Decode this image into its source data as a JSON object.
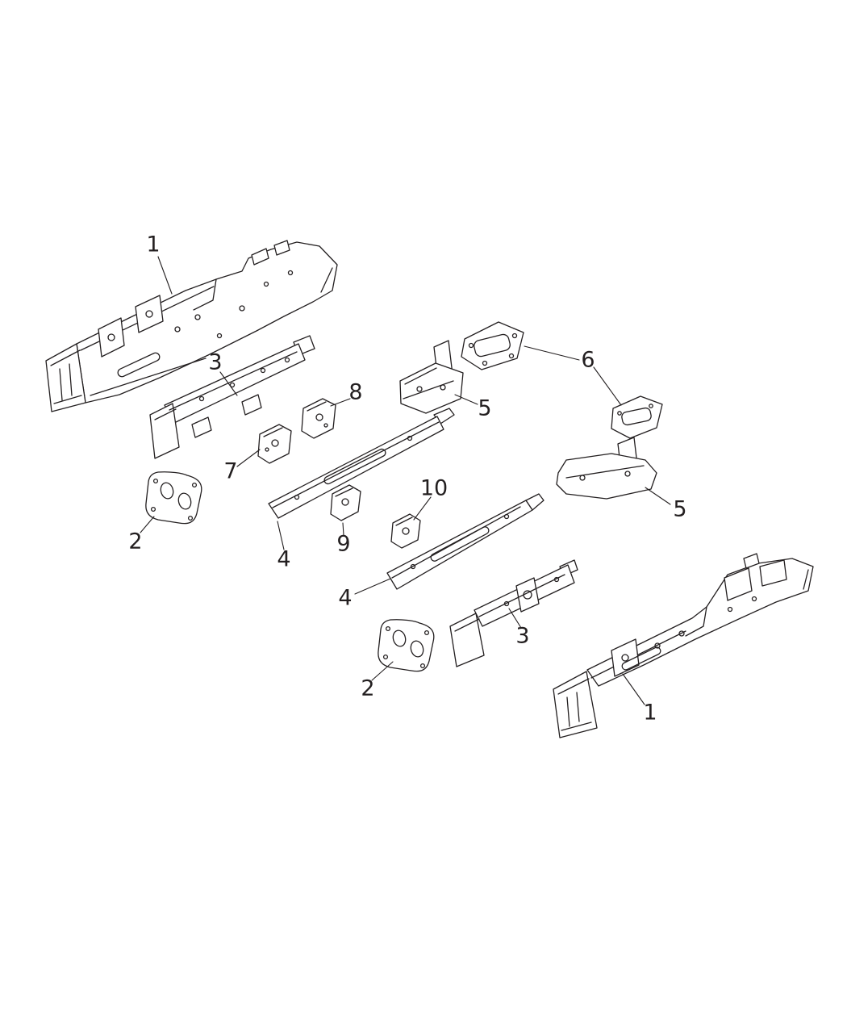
{
  "diagram": {
    "type": "exploded-parts-line-drawing",
    "colors": {
      "background": "#ffffff",
      "line": "#231f20"
    },
    "callouts": [
      {
        "label": "1"
      },
      {
        "label": "3"
      },
      {
        "label": "8"
      },
      {
        "label": "6"
      },
      {
        "label": "5"
      },
      {
        "label": "7"
      },
      {
        "label": "2"
      },
      {
        "label": "4"
      },
      {
        "label": "9"
      },
      {
        "label": "10"
      },
      {
        "label": "5"
      },
      {
        "label": "4"
      },
      {
        "label": "3"
      },
      {
        "label": "2"
      },
      {
        "label": "1"
      }
    ]
  }
}
